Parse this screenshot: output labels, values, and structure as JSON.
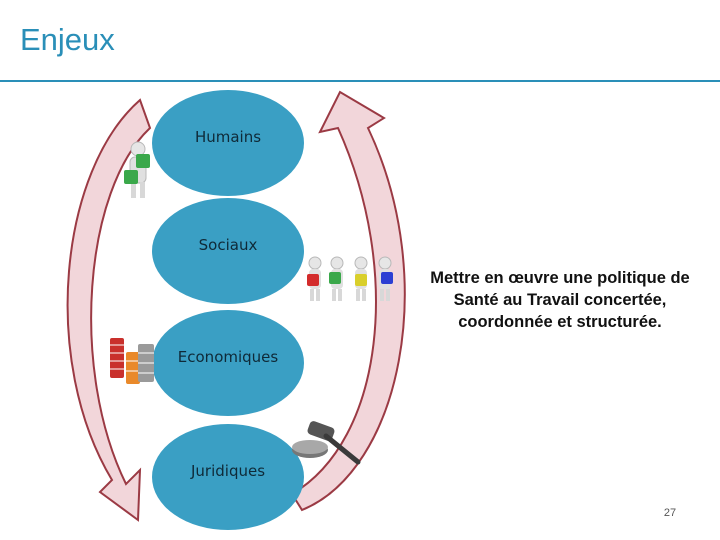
{
  "slide": {
    "title": "Enjeux",
    "statement": "Mettre en œuvre une politique de Santé au Travail concertée, coordonnée et structurée.",
    "page_number": "27"
  },
  "ellipses": [
    {
      "label": "Humains"
    },
    {
      "label": "Sociaux"
    },
    {
      "label": "Economiques"
    },
    {
      "label": "Juridiques"
    }
  ],
  "colors": {
    "title": "#2a8fb8",
    "ellipse_fill": "#3a9fc4",
    "arrow_fill": "#f2d6da",
    "arrow_stroke": "#9b3a44"
  },
  "icons": [
    "puzzle-person-icon",
    "puzzle-team-icon",
    "coin-stacks-icon",
    "gavel-icon"
  ]
}
